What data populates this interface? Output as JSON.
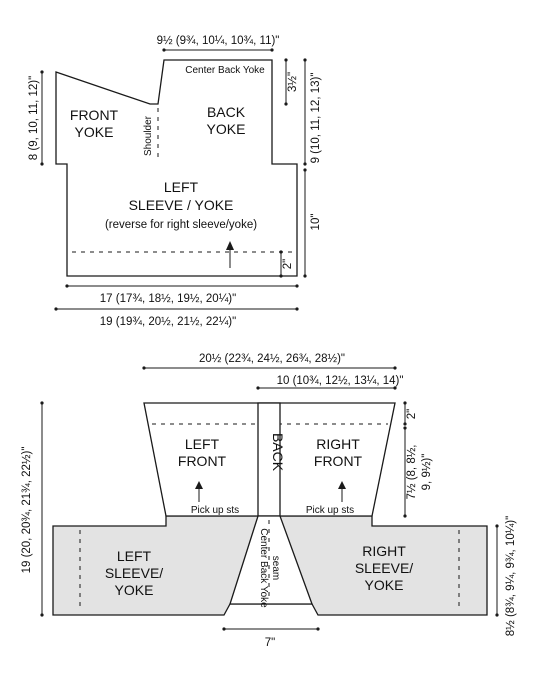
{
  "top": {
    "front_yoke": [
      "FRONT",
      "YOKE"
    ],
    "back_yoke": [
      "BACK",
      "YOKE"
    ],
    "shoulder": "Shoulder",
    "center_back_yoke": "Center Back Yoke",
    "left_sleeve_yoke": [
      "LEFT",
      "SLEEVE / YOKE"
    ],
    "reverse_note": "(reverse for right sleeve/yoke)",
    "dim_top_width": "9½ (9¾, 10¼, 10¾, 11)\"",
    "dim_yoke_depth": "3½\"",
    "dim_total_height": "9 (10, 11, 12, 13)\"",
    "dim_left_height": "8 (9, 10, 11, 12)\"",
    "dim_lower_height": "10\"",
    "dim_hem": "2\"",
    "dim_width_1": "17 (17¾, 18½, 19½, 20¼)\"",
    "dim_width_2": "19 (19¾, 20½, 21½, 22¼)\""
  },
  "bottom": {
    "dim_top_width": "20½ (22¾, 24½, 26¾, 28½)\"",
    "dim_inner_width": "10 (10¾, 12½, 13¼, 14)\"",
    "dim_band": "2\"",
    "dim_front_height": [
      "7½ (8, 8½,",
      "9, 9½)\""
    ],
    "dim_total_height": "19 (20, 20¾, 21¾, 22½)\"",
    "dim_sleeve_height": "8½ (8¾, 9¼, 9¾, 10¼)\"",
    "dim_bottom_width": "7\"",
    "left_front": [
      "LEFT",
      "FRONT"
    ],
    "right_front": [
      "RIGHT",
      "FRONT"
    ],
    "back": "BACK",
    "pick_up_left": "Pick up sts",
    "pick_up_right": "Pick up sts",
    "left_sleeve": [
      "LEFT",
      "SLEEVE/",
      "YOKE"
    ],
    "right_sleeve": [
      "RIGHT",
      "SLEEVE/",
      "YOKE"
    ],
    "seam_label": [
      "Center Back Yoke",
      "seam"
    ]
  }
}
